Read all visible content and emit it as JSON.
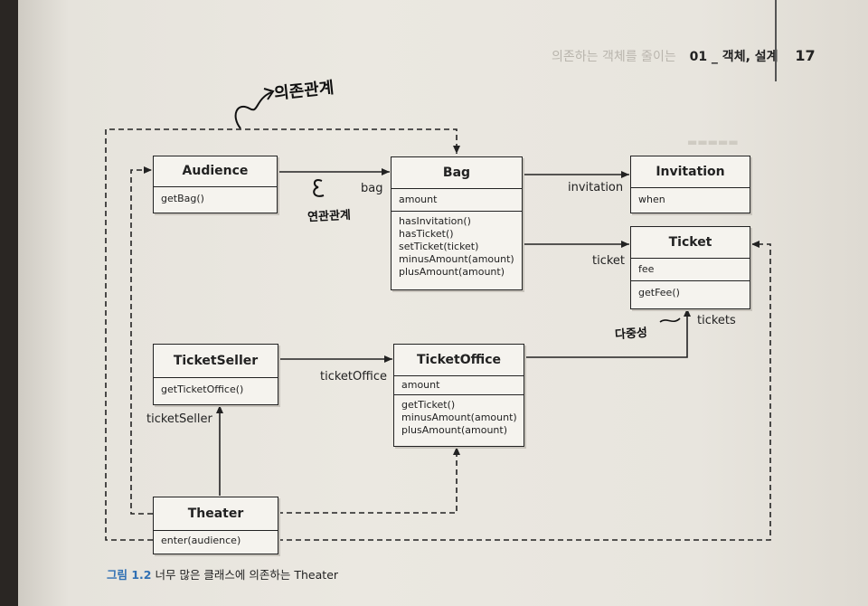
{
  "header": {
    "ghost": "의존하는 객체를 줄이는",
    "chapter": "01 _ 객체, 설계",
    "page_number": "17"
  },
  "classes": {
    "audience": {
      "name": "Audience",
      "attributes": "",
      "methods": "getBag()"
    },
    "bag": {
      "name": "Bag",
      "attributes": "amount",
      "methods": [
        "hasInvitation()",
        "hasTicket()",
        "setTicket(ticket)",
        "minusAmount(amount)",
        "plusAmount(amount)"
      ]
    },
    "invitation": {
      "name": "Invitation",
      "attributes": "when"
    },
    "ticket": {
      "name": "Ticket",
      "attributes": "fee",
      "methods": "getFee()"
    },
    "ticket_seller": {
      "name": "TicketSeller",
      "methods": "getTicketOffice()"
    },
    "ticket_office": {
      "name": "TicketOffice",
      "attributes": "amount",
      "methods": [
        "getTicket()",
        "minusAmount(amount)",
        "plusAmount(amount)"
      ]
    },
    "theater": {
      "name": "Theater",
      "methods": "enter(audience)"
    }
  },
  "labels": {
    "bag": "bag",
    "invitation": "invitation",
    "ticket": "ticket",
    "tickets": "tickets",
    "ticket_office": "ticketOffice",
    "ticket_seller": "ticketSeller"
  },
  "handwriting": {
    "dependency": "의존관계",
    "association": "연관관계",
    "polymorphism": "다중성"
  },
  "caption": {
    "number": "그림 1.2",
    "text": "너무 많은 클래스에 의존하는 Theater"
  },
  "colors": {
    "caption_number": "#2f6fb3",
    "line": "#222222",
    "paper": "#ebe8e1"
  }
}
